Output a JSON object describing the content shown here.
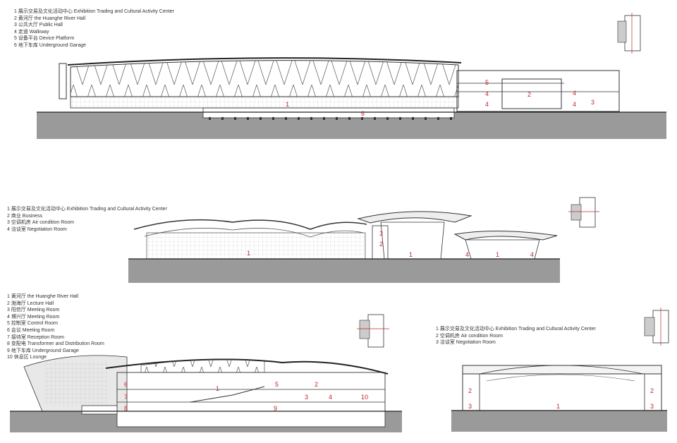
{
  "section1": {
    "legend": [
      "1 展示交易及文化活动中心  Exhibition Trading and Cultural Activity Center",
      "2 黄河厅  the Huanghe River Hall",
      "3 公共大厅  Public Hall",
      "4 走道  Walkway",
      "5 设备平台  Device Platform",
      "6 地下车库  Underground Garage"
    ],
    "labels": [
      "1",
      "2",
      "3",
      "4",
      "4",
      "4",
      "5",
      "4",
      "6"
    ]
  },
  "section2": {
    "legend": [
      "1 展示交易及文化活动中心  Exhibition Trading and Cultural Activity Center",
      "2 商业  Business",
      "3 空调机房  Air condition Room",
      "4 洽谈室  Negotiation Room"
    ],
    "labels": [
      "1",
      "1",
      "1",
      "2",
      "3",
      "4",
      "4"
    ]
  },
  "section3": {
    "legend": [
      "1 黄河厅  the Huanghe River Hall",
      "2 渤海厅  Lecture Hall",
      "3 阳信厅  Meeting Room",
      "4 博兴厅  Meeting Room",
      "5 控制室  Control Room",
      "6 会议  Meeting Room",
      "7 接待室  Reception Room",
      "8 变配电  Transformer and Distribution Room",
      "9 地下车库  Underground Garage",
      "10 休息区  Lounge"
    ],
    "labels": [
      "1",
      "2",
      "3",
      "4",
      "5",
      "6",
      "7",
      "8",
      "9",
      "10"
    ]
  },
  "section4": {
    "legend": [
      "1 展示交易及文化活动中心  Exhibition Trading and Cultural Activity Center",
      "2 空调机房  Air condition Room",
      "3 洽谈室  Negotiation Room"
    ],
    "labels": [
      "1",
      "2",
      "2",
      "3",
      "3"
    ]
  },
  "colors": {
    "ground": "#9a9a9a",
    "line": "#333333",
    "label": "#c0282d"
  }
}
